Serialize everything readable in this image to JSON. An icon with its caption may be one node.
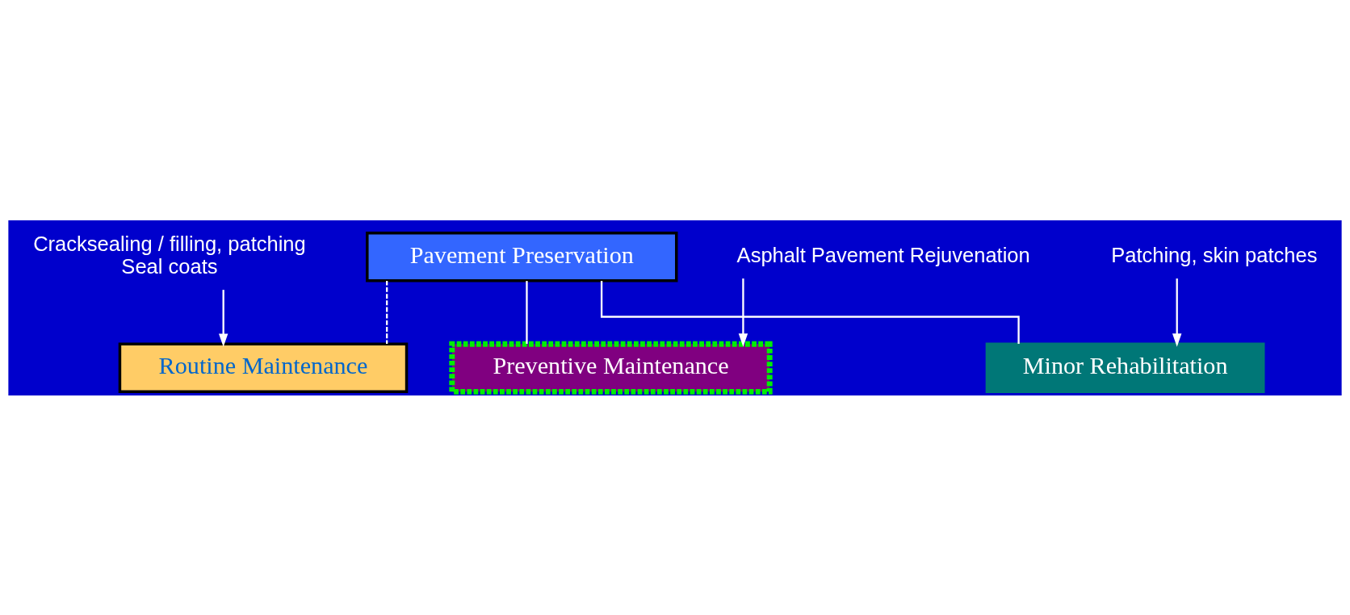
{
  "diagram": {
    "nodes": [
      {
        "text": [
          "Pavement Preservation"
        ]
      },
      {
        "text": [
          "Routine Maintenance"
        ]
      },
      {
        "text": [
          "Preventive Maintenance"
        ]
      },
      {
        "text": [
          "Minor Rehabilitation"
        ]
      },
      {
        "text": [
          "Cracksealing / filling, patching",
          "Seal coats"
        ]
      },
      {
        "text": [
          "Asphalt Pavement Rejuvenation"
        ]
      },
      {
        "text": [
          "Patching, skin patches"
        ]
      }
    ],
    "edges": [
      {
        "from": 0,
        "to": 1,
        "arrow": "none",
        "style": "dashed"
      },
      {
        "from": 0,
        "to": 2,
        "arrow": "none"
      },
      {
        "from": 0,
        "to": 3,
        "arrow": "none"
      },
      {
        "from": 4,
        "to": 1,
        "arrow": "to"
      },
      {
        "from": 5,
        "to": 2,
        "arrow": "to"
      },
      {
        "from": 6,
        "to": 3,
        "arrow": "to"
      }
    ]
  }
}
